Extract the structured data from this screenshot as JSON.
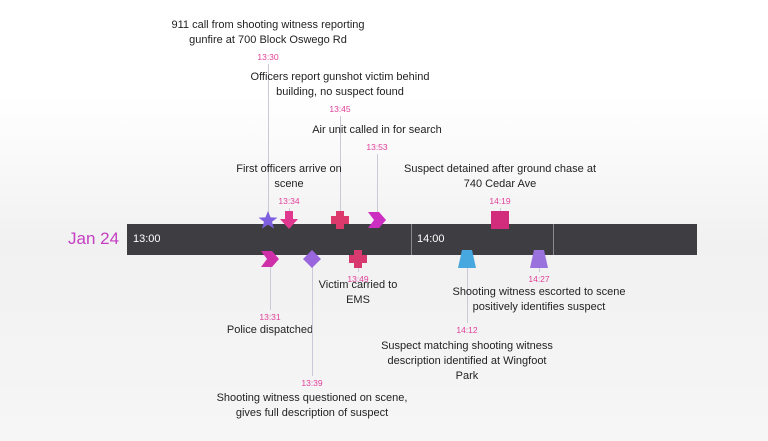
{
  "date_label": "Jan 24",
  "band": {
    "hour_labels": [
      "13:00",
      "14:00"
    ]
  },
  "events": [
    {
      "time": "13:30",
      "text": [
        "911 call from shooting witness reporting",
        "gunfire at 700 Block Oswego Rd"
      ],
      "marker": "star-icon",
      "color": "#7d5fe0",
      "side": "above"
    },
    {
      "time": "13:45",
      "text": [
        "Officers report gunshot victim behind",
        "building, no suspect found"
      ],
      "marker": "cross-icon",
      "color": "#dc3a6c",
      "side": "above"
    },
    {
      "time": "13:53",
      "text": [
        "Air unit called in for search"
      ],
      "marker": "chevron-icon",
      "color": "#cc2ec2",
      "side": "above"
    },
    {
      "time": "13:34",
      "text": [
        "First officers arrive on",
        "scene"
      ],
      "marker": "arrow-down-icon",
      "color": "#e0378f",
      "side": "above"
    },
    {
      "time": "14:19",
      "text": [
        "Suspect detained after ground chase at",
        "740 Cedar Ave"
      ],
      "marker": "square-icon",
      "color": "#d22c7c",
      "side": "above"
    },
    {
      "time": "13:31",
      "text": [
        "Police dispatched"
      ],
      "marker": "chevron-icon",
      "color": "#cf2fa8",
      "side": "below"
    },
    {
      "time": "13:39",
      "text": [
        "Shooting witness questioned on scene,",
        "gives full description of suspect"
      ],
      "marker": "diamond-icon",
      "color": "#9a66dd",
      "side": "below"
    },
    {
      "time": "13:49",
      "text": [
        "Victim carried to",
        "EMS"
      ],
      "marker": "cross-icon",
      "color": "#d83a70",
      "side": "below"
    },
    {
      "time": "14:12",
      "text": [
        "Suspect matching shooting witness",
        "description identified at Wingfoot",
        "Park"
      ],
      "marker": "trapezoid-icon",
      "color": "#47a8e0",
      "side": "below"
    },
    {
      "time": "14:27",
      "text": [
        "Shooting witness escorted to scene",
        "positively identifies suspect"
      ],
      "marker": "trapezoid-icon",
      "color": "#9a72dd",
      "side": "below"
    }
  ]
}
